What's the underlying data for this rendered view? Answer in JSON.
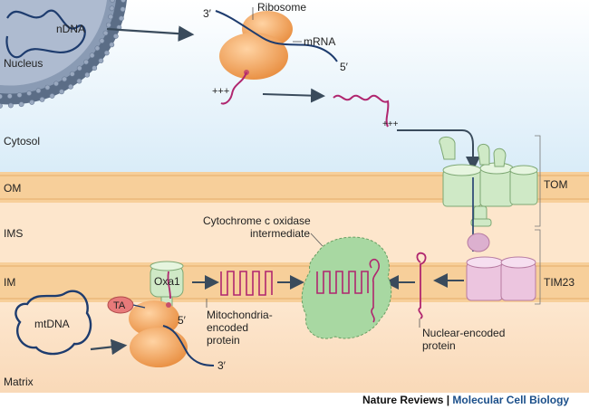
{
  "labels": {
    "ndna": "nDNA",
    "nucleus": "Nucleus",
    "ribosome": "Ribosome",
    "mrna": "mRNA",
    "three_prime_top": "3′",
    "five_prime_top": "5′",
    "plus_signs_top": "+++",
    "plus_signs_mid": "+++",
    "cytosol": "Cytosol",
    "om": "OM",
    "ims": "IMS",
    "im": "IM",
    "matrix": "Matrix",
    "tom": "TOM",
    "tim23": "TIM23",
    "cox_line1": "Cytochrome c oxidase",
    "cox_line2": "intermediate",
    "oxa1": "Oxa1",
    "ta": "TA",
    "mtdna": "mtDNA",
    "five_prime_bottom": "5′",
    "three_prime_bottom": "3′",
    "mito_line1": "Mitochondria-",
    "mito_line2": "encoded",
    "mito_line3": "protein",
    "nuc_line1": "Nuclear-encoded",
    "nuc_line2": "protein"
  },
  "credit": {
    "journal": "Nature Reviews",
    "separator": " | ",
    "section": "Molecular Cell Biology"
  },
  "colors": {
    "membrane": "#f7c98e",
    "ims": "#fde3c6",
    "matrix": "#fbe6cf",
    "cytosol_top": "#ddeef9",
    "ribosome": "#f2a65f",
    "tom": "#cde8c7",
    "tim23": "#ecc1dc",
    "protein": "#b0266f",
    "dna": "#1e3c6e",
    "cox": "#a9d9a6",
    "credit_blue": "#1b4f8a"
  }
}
